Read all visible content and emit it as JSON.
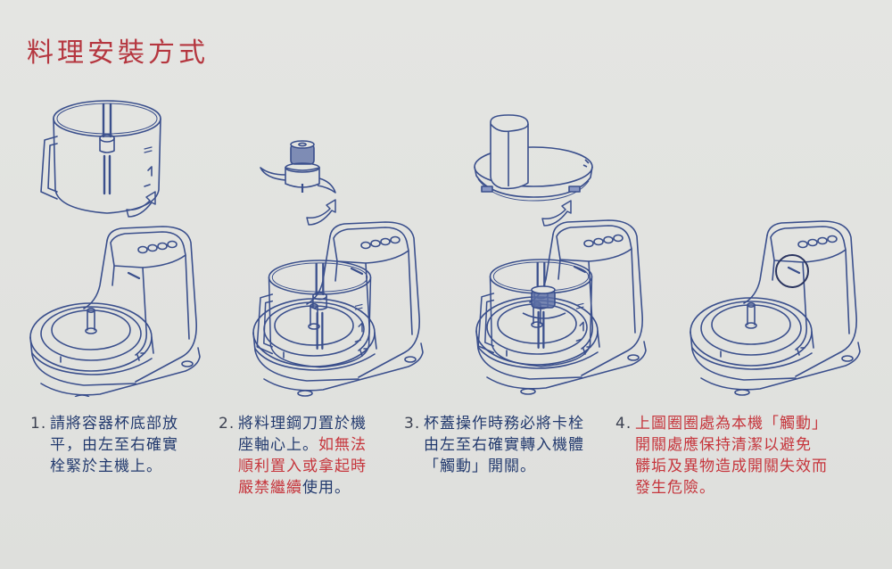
{
  "title": "料理安裝方式",
  "colors": {
    "background": "#e2e3e0",
    "title_red": "#b5363f",
    "text_navy": "#233a6e",
    "warning_red": "#c6353c",
    "line_art_blue": "#3a4f8c"
  },
  "steps": [
    {
      "number": "1.",
      "text_normal": "請將容器杯底部放平，由左至右確實栓緊於主機上。",
      "text_warning": "",
      "text_after": "",
      "illustration": "bowl-above-base-with-rotate-arrow"
    },
    {
      "number": "2.",
      "text_normal": "將料理鋼刀置於機座軸心上。",
      "text_warning": "如無法順利置入或拿起時嚴禁繼續",
      "text_after": "使用。",
      "illustration": "blade-above-bowl-on-base-with-rotate-arrow"
    },
    {
      "number": "3.",
      "text_normal": "杯蓋操作時務必將卡栓由左至右確實轉入機體「觸動」開關。",
      "text_warning": "",
      "text_after": "",
      "illustration": "lid-above-bowl-with-blade-on-base-with-rotate-arrow"
    },
    {
      "number": "4.",
      "text_normal": "",
      "text_warning": "上圖圈圈處為本機「觸動」開關處應保持清潔以避免髒垢及異物造成開關失效而發生危險。",
      "text_after": "",
      "illustration": "base-with-circled-switch"
    }
  ],
  "step_lines": {
    "s1": [
      "請將容器杯底部放",
      "平，由左至右確實",
      "栓緊於主機上。"
    ],
    "s2_l1": "將料理鋼刀置於機",
    "s2_l2a": "座軸心上。",
    "s2_l2b": "如無法",
    "s2_l3": "順利置入或拿起時",
    "s2_l4a": "嚴禁繼續",
    "s2_l4b": "使用。",
    "s3": [
      "杯蓋操作時務必將卡栓",
      "由左至右確實轉入機體",
      "「觸動」開關。"
    ],
    "s4": [
      "上圖圈圈處為本機「觸動」",
      "開關處應保持清潔以避免",
      "髒垢及異物造成開關失效而",
      "發生危險。"
    ]
  }
}
